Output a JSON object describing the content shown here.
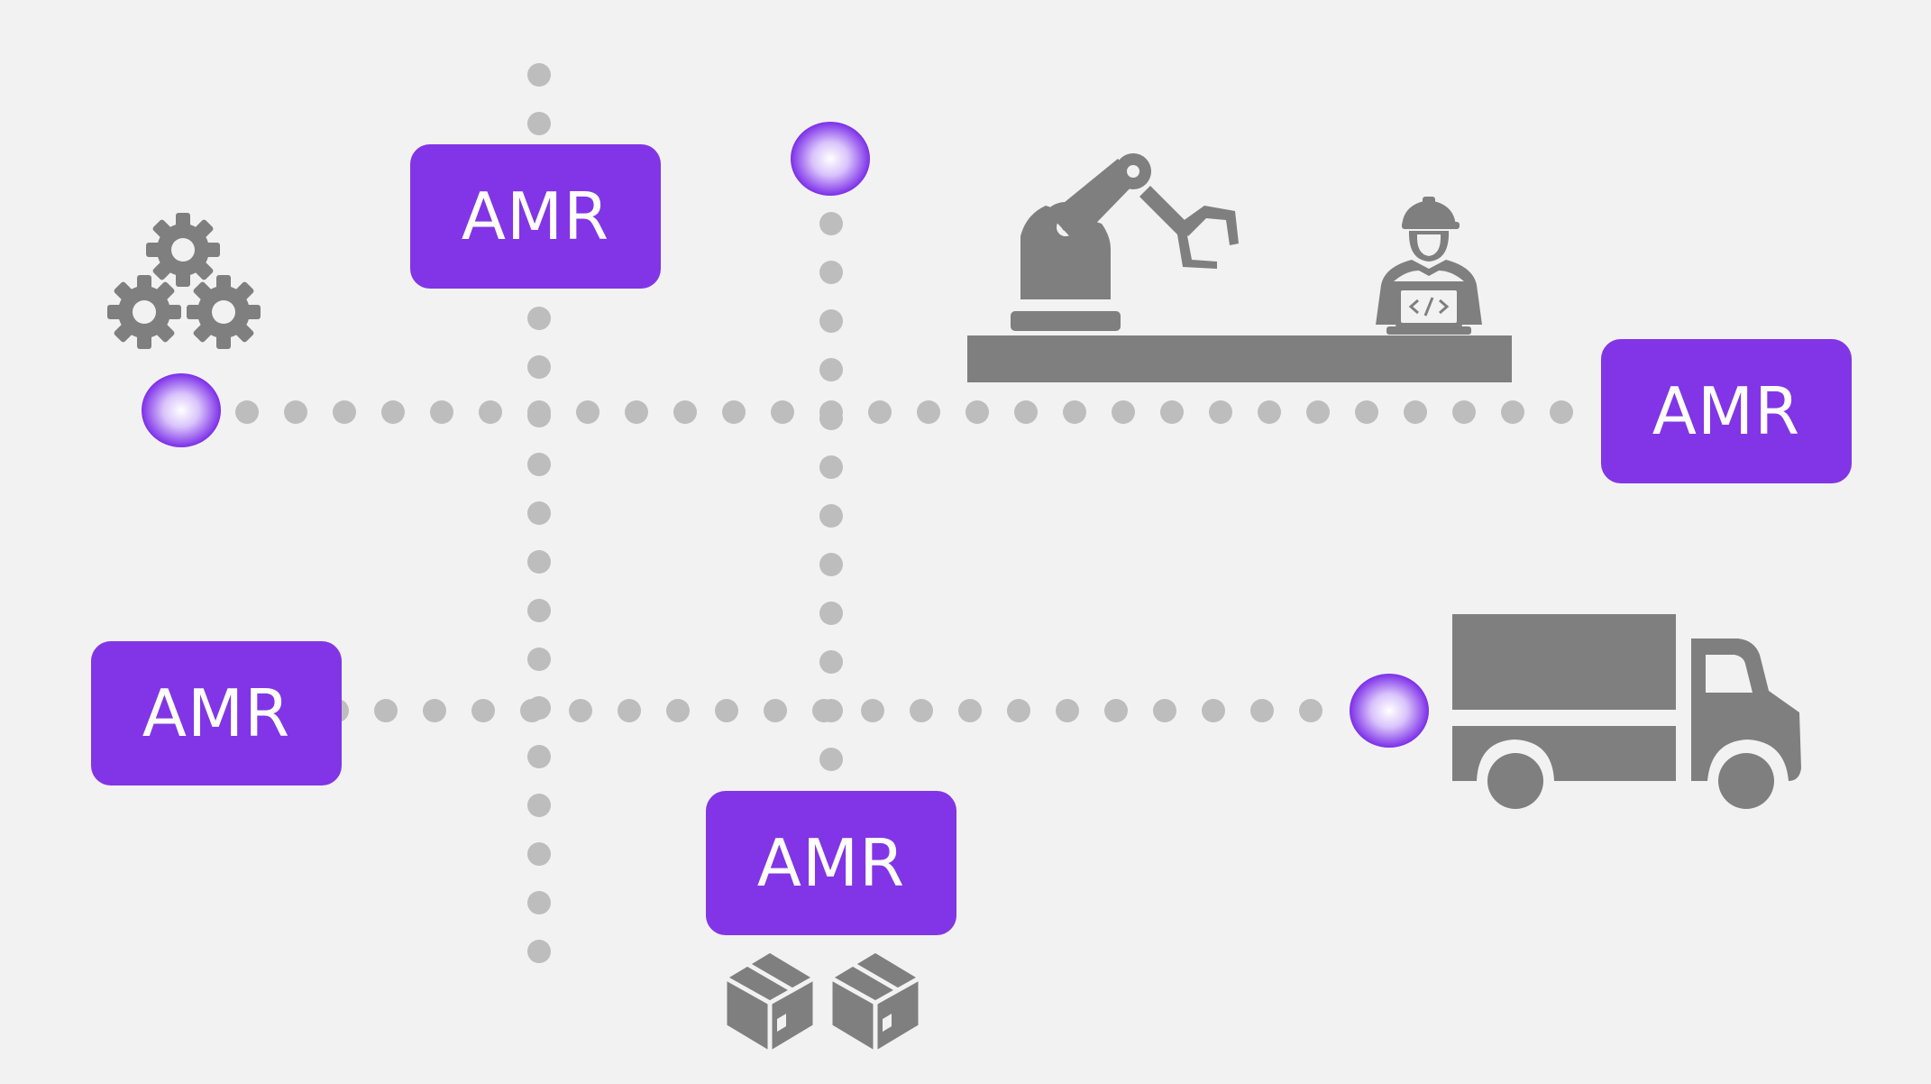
{
  "colors": {
    "background": "#f2f2f2",
    "path_dot": "#bdbdbd",
    "amr_fill": "#8235e6",
    "amr_text": "#ffffff",
    "icon": "#7f7f7f",
    "node_center": "#ffffff",
    "node_edge": "#7c2ee8"
  },
  "amr_units": [
    {
      "id": "top",
      "label": "AMR"
    },
    {
      "id": "right",
      "label": "AMR"
    },
    {
      "id": "left",
      "label": "AMR"
    },
    {
      "id": "bottom",
      "label": "AMR"
    }
  ],
  "icons": [
    "gears-icon",
    "robotic-arm-icon",
    "engineer-laptop-icon",
    "workbench",
    "delivery-truck-icon",
    "boxes-icon"
  ]
}
